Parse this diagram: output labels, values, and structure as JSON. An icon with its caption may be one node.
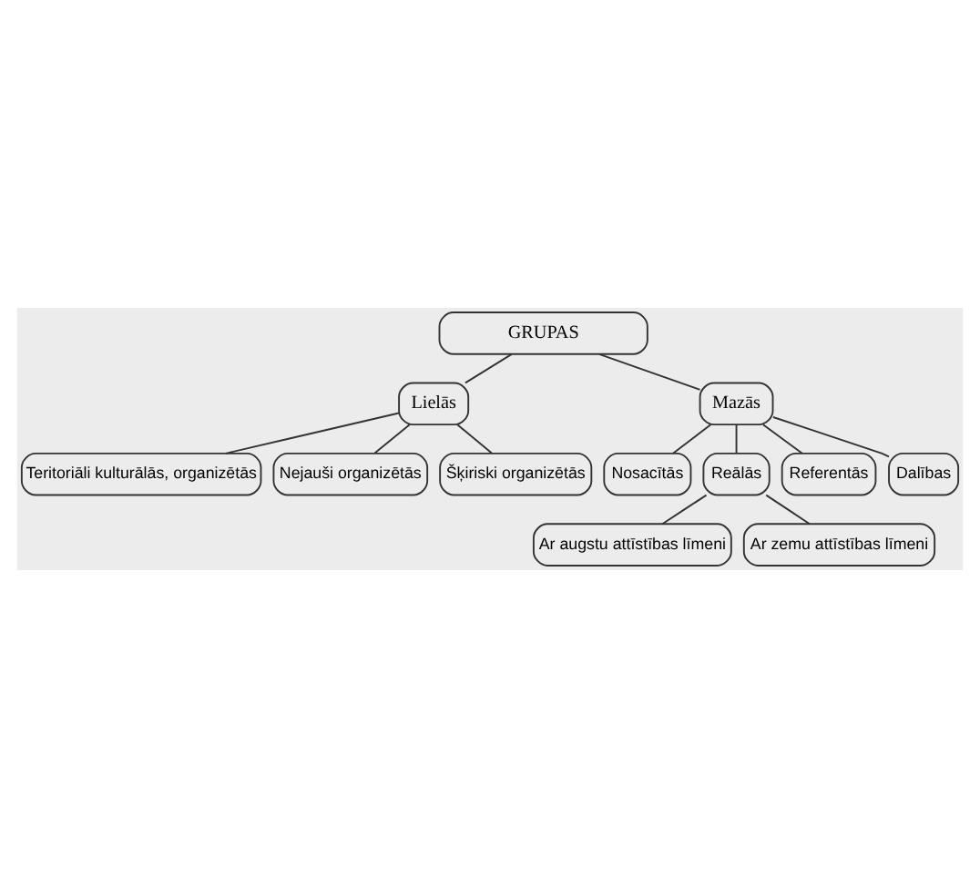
{
  "diagram": {
    "nodes": [
      {
        "text": [
          "GRUPAS"
        ]
      },
      {
        "text": [
          "Lielās"
        ]
      },
      {
        "text": [
          "Mazās"
        ]
      },
      {
        "text": [
          "Teritoriāli kulturālās, organizētās"
        ]
      },
      {
        "text": [
          "Nejauši organizētās"
        ]
      },
      {
        "text": [
          "Šķiriski organizētās"
        ]
      },
      {
        "text": [
          "Nosacītās"
        ]
      },
      {
        "text": [
          "Reālās"
        ]
      },
      {
        "text": [
          "Referentās"
        ]
      },
      {
        "text": [
          "Dalības"
        ]
      },
      {
        "text": [
          "Ar augstu attīstības līmeni"
        ]
      },
      {
        "text": [
          "Ar zemu attīstības līmeni"
        ]
      }
    ],
    "edges": [
      {
        "from": 0,
        "to": 1,
        "arrow": "none"
      },
      {
        "from": 0,
        "to": 2,
        "arrow": "none"
      },
      {
        "from": 1,
        "to": 3,
        "arrow": "none"
      },
      {
        "from": 1,
        "to": 4,
        "arrow": "none"
      },
      {
        "from": 1,
        "to": 5,
        "arrow": "none"
      },
      {
        "from": 2,
        "to": 6,
        "arrow": "none"
      },
      {
        "from": 2,
        "to": 7,
        "arrow": "none"
      },
      {
        "from": 2,
        "to": 8,
        "arrow": "none"
      },
      {
        "from": 2,
        "to": 9,
        "arrow": "none"
      },
      {
        "from": 7,
        "to": 10,
        "arrow": "none"
      },
      {
        "from": 7,
        "to": 11,
        "arrow": "none"
      }
    ]
  }
}
